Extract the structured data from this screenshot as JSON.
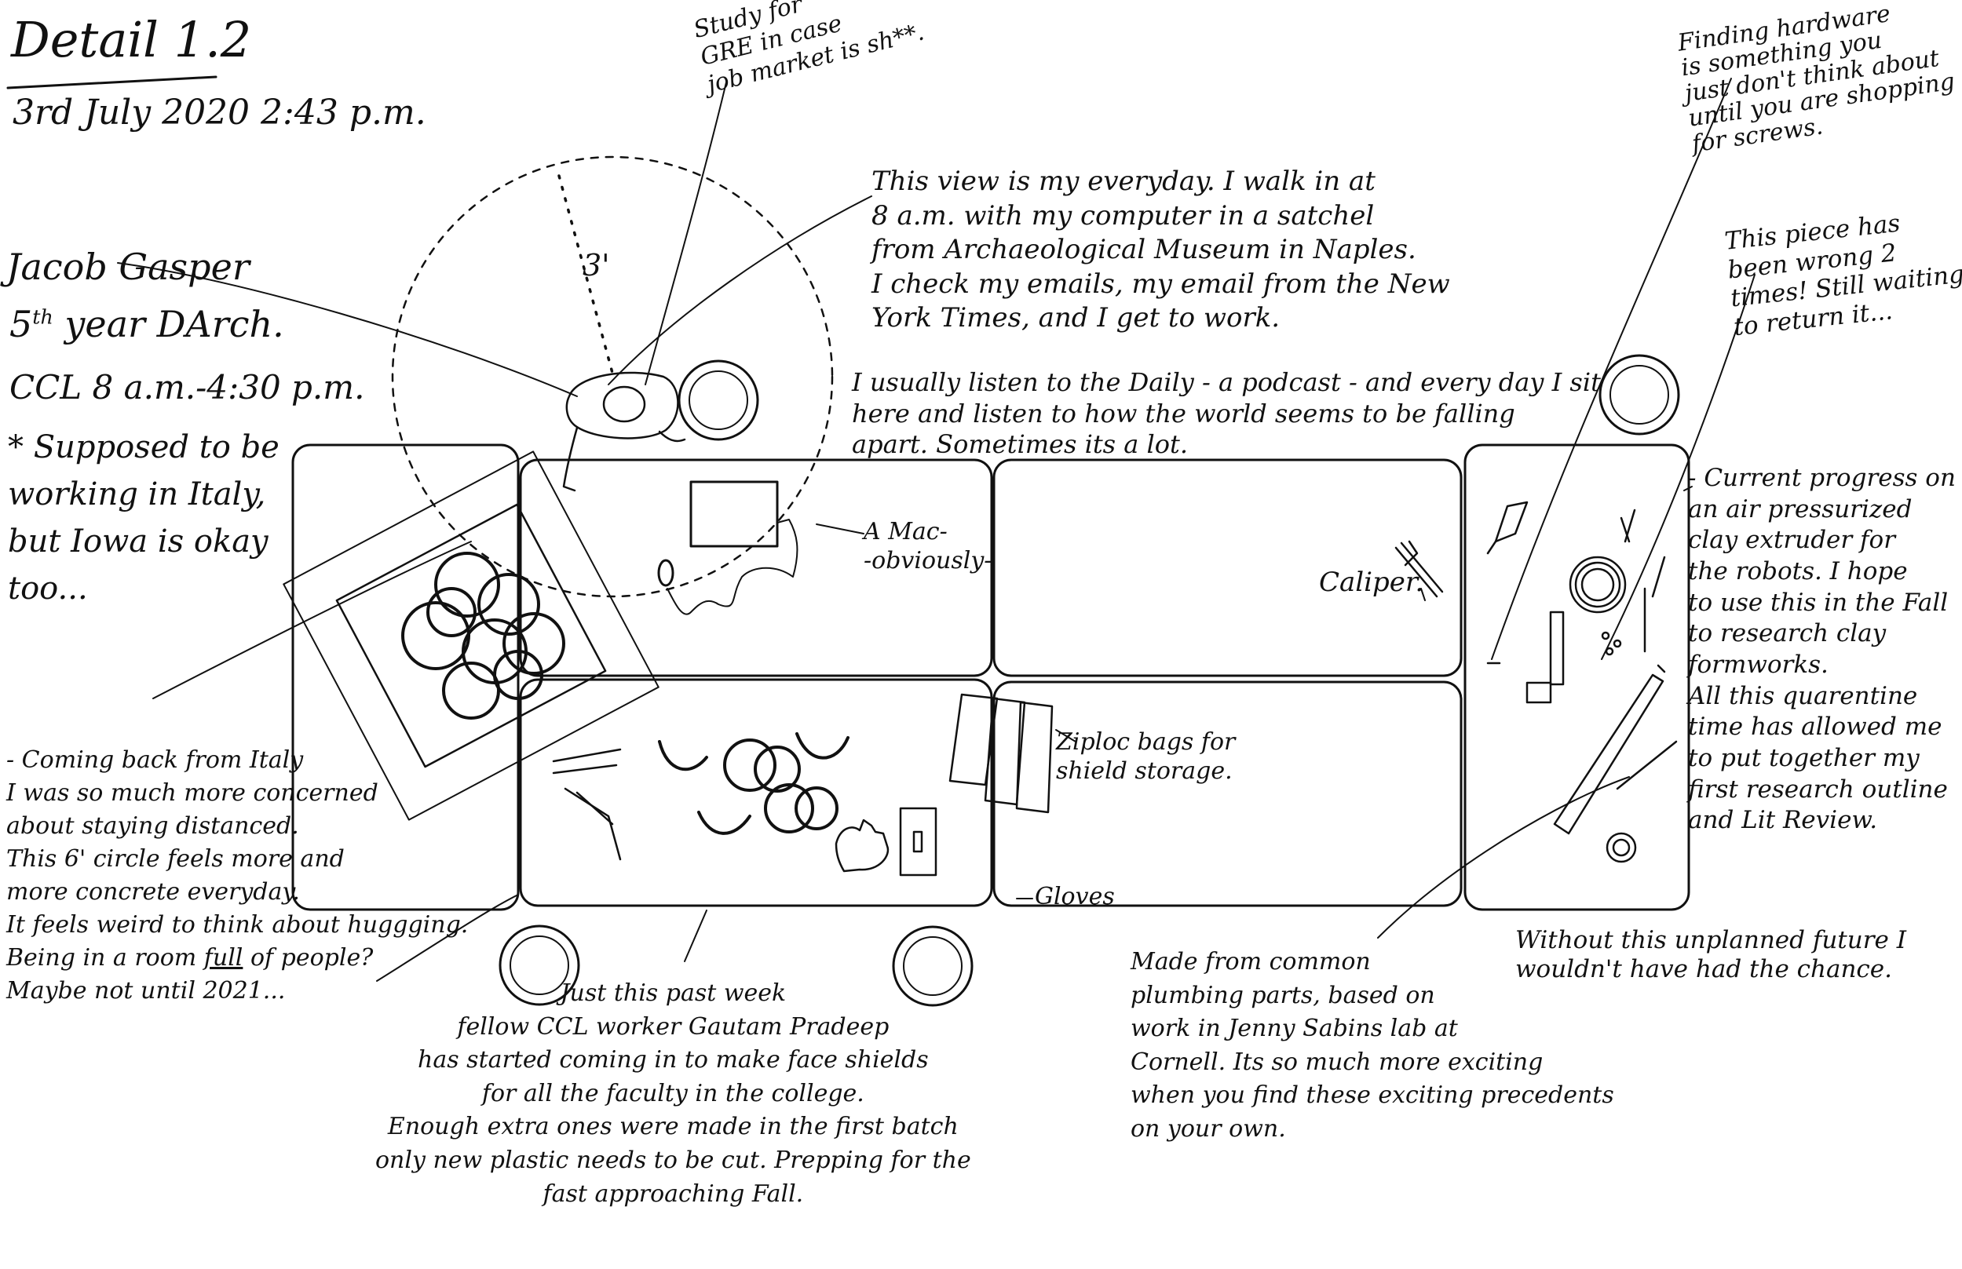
{
  "title": "Detail 1.2",
  "date": "3rd July 2020  2:43 p.m.",
  "author": {
    "name": "Jacob Gasper",
    "year_num": "5",
    "year_sup": "th",
    "year_rest": " year DArch.",
    "hours": "CCL  8 a.m.-4:30 p.m.",
    "aside": "* Supposed to be\nworking in Italy,\nbut Iowa is okay\ntoo..."
  },
  "radius_label": "3'",
  "notes": {
    "gre": "Study for\nGRE in case\njob market is sh**.",
    "view": "This view is my everyday. I walk in at\n8 a.m. with my computer in a satchel\nfrom Archaeological Museum in Naples.\nI check my emails, my email from the New\nYork Times, and I get to work.",
    "daily": "I usually listen to the Daily - a podcast - and every day I sit\nhere and listen to how the world seems to be falling\napart. Sometimes its a lot.",
    "mac": "A Mac-\n-obviously-",
    "caliper": "Caliper.",
    "ziploc": "Ziploc bags for\nshield storage.",
    "gloves": "Gloves",
    "hardware": "Finding hardware\nis something you\njust don't think about\nuntil you are shopping\nfor screws.",
    "wrong": "This piece has\nbeen wrong 2\ntimes! Still waiting\nto return it...",
    "progress": "- Current progress on\nan air pressurized\nclay extruder for\nthe robots. I hope\nto use this in the Fall\nto research clay\nformworks.\nAll this quarentine\ntime has allowed me\nto put together my\nfirst research outline\nand Lit Review.",
    "future": "Without this unplanned future I\nwouldn't have had the chance.",
    "plumbing": "Made from common\nplumbing parts, based on\nwork in Jenny Sabins lab at\nCornell. Its so much more exciting\nwhen you find these exciting precedents\non your own.",
    "italy_1": "- Coming back from Italy\nI was so much more concerned\nabout staying distanced.\nThis 6' circle feels more and\nmore concrete everyday.\nIt feels weird to think about huggging.\nBeing in a room ",
    "italy_full": "full",
    "italy_2": " of people?\nMaybe not until 2021...",
    "shields": "Just this past week\nfellow CCL worker Gautam Pradeep\nhas started coming in to make face shields\nfor all the faculty in the college.\nEnough extra ones were made in the first batch\nonly new plastic needs to be cut. Prepping for the\nfast approaching Fall."
  }
}
